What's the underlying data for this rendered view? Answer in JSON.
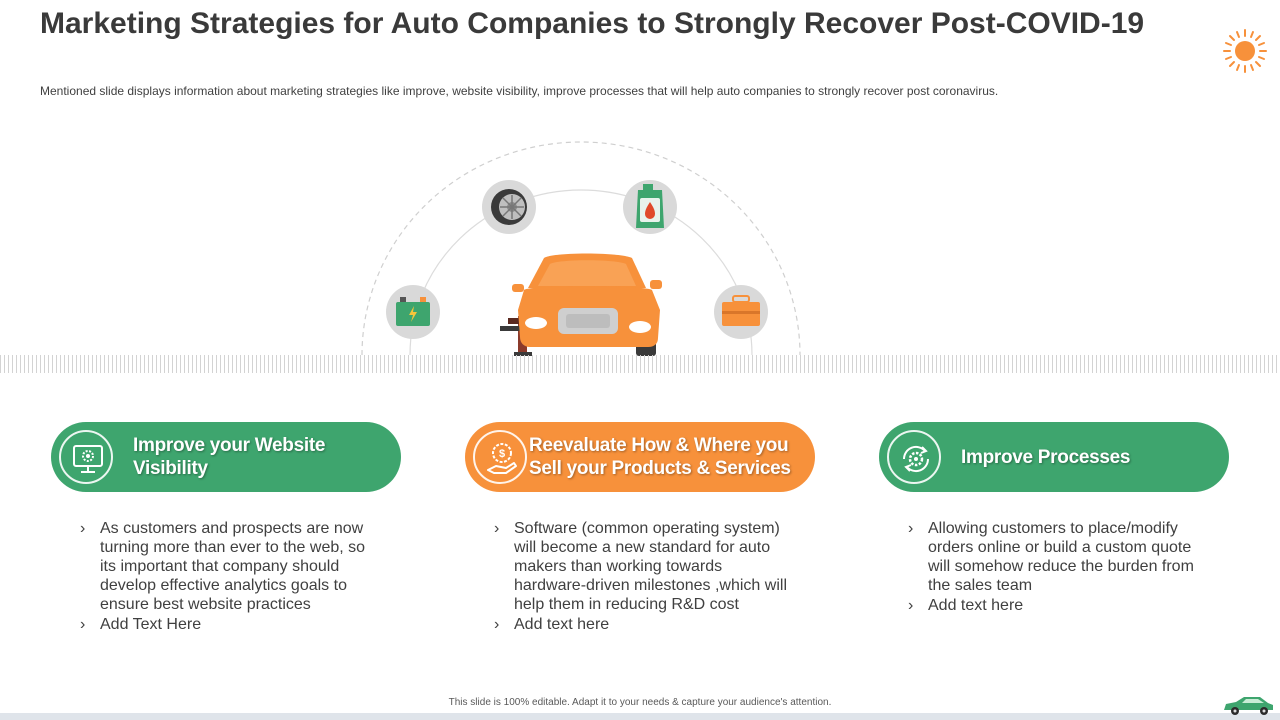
{
  "header": {
    "title": "Marketing Strategies for Auto Companies to Strongly Recover Post-COVID-19",
    "subtitle": "Mentioned slide displays information about marketing strategies like improve,  website visibility, improve  processes that will help auto companies to strongly recover  post coronavirus."
  },
  "hero": {
    "icons": [
      "battery-icon",
      "tire-icon",
      "oil-can-icon",
      "toolbox-icon",
      "car-icon",
      "jack-icon"
    ]
  },
  "strategies": [
    {
      "title": "Improve your Website Visibility",
      "icon": "monitor-gear-icon",
      "color": "#3ea56e",
      "bullets": [
        "As customers and prospects are now turning more than ever to the web, so its important that company should develop effective analytics goals to ensure best website practices",
        " Add Text  Here"
      ]
    },
    {
      "title": "Reevaluate How & Where you Sell your Products & Services",
      "icon": "dollar-gear-hand-icon",
      "color": "#f7913b",
      "bullets": [
        "Software (common operating system) will become a new standard for auto makers than working towards hardware-driven milestones ,which will help them in reducing R&D cost",
        "Add text here"
      ]
    },
    {
      "title": "Improve Processes",
      "icon": "cycle-gear-icon",
      "color": "#3ea56e",
      "bullets": [
        "Allowing customers to place/modify orders online or build a custom quote will somehow reduce the burden from the sales team",
        "Add text here"
      ]
    }
  ],
  "footer": {
    "text": "This slide is 100% editable. Adapt it to your needs & capture your audience's attention."
  },
  "colors": {
    "green": "#3ea56e",
    "orange": "#f7913b",
    "accent_sun": "#f7913b"
  }
}
